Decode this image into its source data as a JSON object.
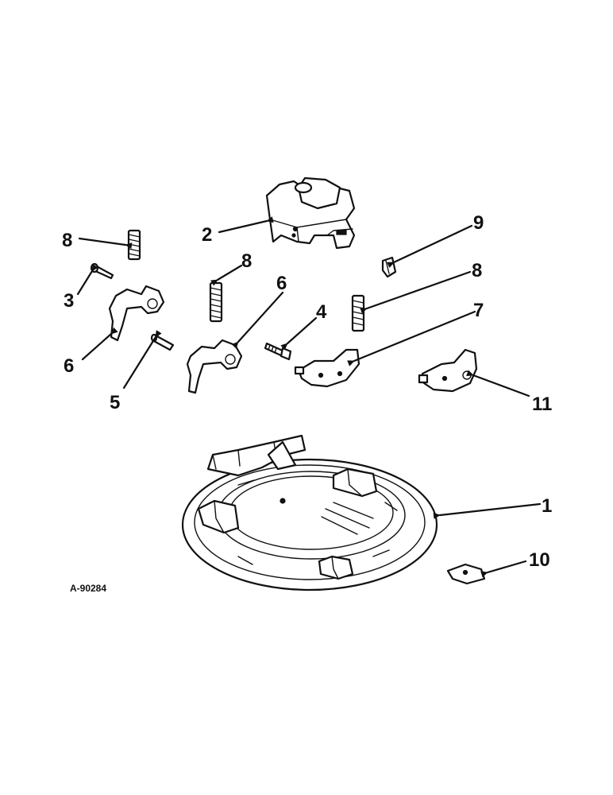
{
  "diagram": {
    "reference_code": "A-90284",
    "callouts": [
      {
        "id": "c1",
        "label": "1"
      },
      {
        "id": "c2",
        "label": "2"
      },
      {
        "id": "c3",
        "label": "3"
      },
      {
        "id": "c4",
        "label": "4"
      },
      {
        "id": "c5",
        "label": "5"
      },
      {
        "id": "c6a",
        "label": "6"
      },
      {
        "id": "c6b",
        "label": "6"
      },
      {
        "id": "c7",
        "label": "7"
      },
      {
        "id": "c8a",
        "label": "8"
      },
      {
        "id": "c8b",
        "label": "8"
      },
      {
        "id": "c8c",
        "label": "8"
      },
      {
        "id": "c9",
        "label": "9"
      },
      {
        "id": "c10",
        "label": "10"
      },
      {
        "id": "c11",
        "label": "11"
      }
    ]
  },
  "colors": {
    "ink": "#111111",
    "paper": "#ffffff"
  }
}
